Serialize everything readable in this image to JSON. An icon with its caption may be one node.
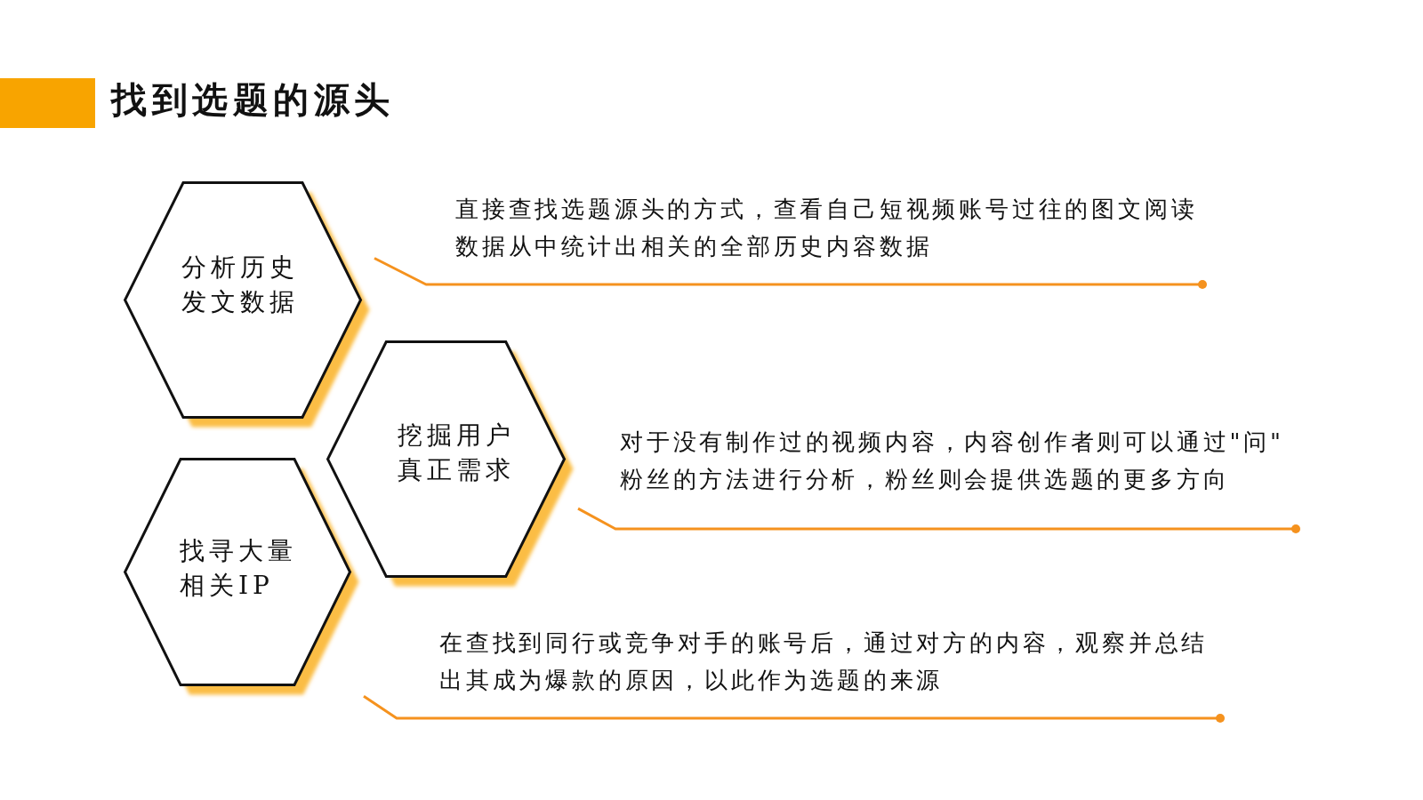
{
  "diagram": {
    "title": "找到选题的源头",
    "nodes": [
      {
        "text": [
          "分析历史发文数据"
        ]
      },
      {
        "text": [
          "直接查找选题源头的方式，查看自己短视频账号过往的图文阅读数据从中统计出相关的全部历史内容数据"
        ]
      },
      {
        "text": [
          "挖掘用户真正需求"
        ]
      },
      {
        "text": [
          "对于没有制作过的视频内容，内容创作者则可以通过\"问\"粉丝的方法进行分析，粉丝则会提供选题的更多方向"
        ]
      },
      {
        "text": [
          "找寻大量相关IP"
        ]
      },
      {
        "text": [
          "在查找到同行或竞争对手的账号后，通过对方的内容，观察并总结出其成为爆款的原因，以此作为选题的来源"
        ]
      }
    ],
    "edges": [
      {
        "from": 0,
        "to": 1,
        "arrow": "other"
      },
      {
        "from": 2,
        "to": 3,
        "arrow": "other"
      },
      {
        "from": 4,
        "to": 5,
        "arrow": "other"
      }
    ]
  }
}
